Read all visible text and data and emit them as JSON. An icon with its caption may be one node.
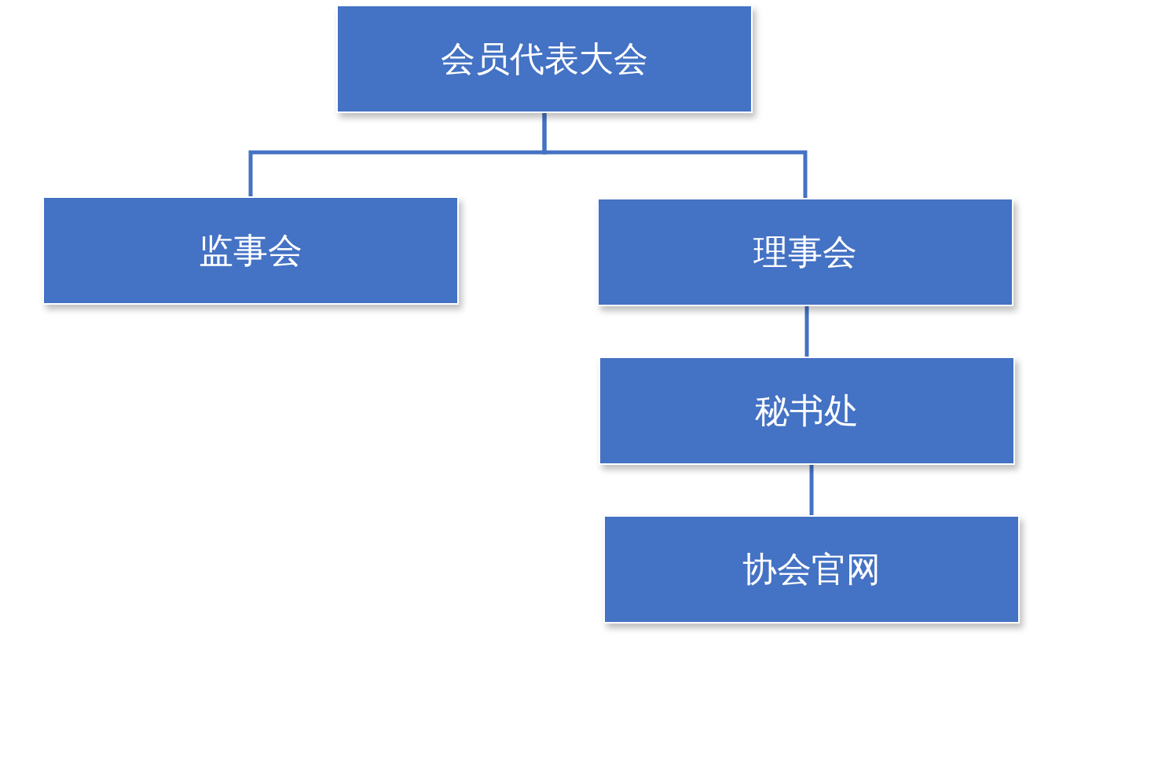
{
  "diagram": {
    "nodes": [
      {
        "text": [
          "会员代表大会"
        ]
      },
      {
        "text": [
          "监事会"
        ]
      },
      {
        "text": [
          "理事会"
        ]
      },
      {
        "text": [
          "秘书处"
        ]
      },
      {
        "text": [
          "协会官网"
        ]
      }
    ],
    "edges": [
      {
        "from": 0,
        "to": 1,
        "arrow": "none"
      },
      {
        "from": 0,
        "to": 2,
        "arrow": "none"
      },
      {
        "from": 2,
        "to": 3,
        "arrow": "none"
      },
      {
        "from": 3,
        "to": 4,
        "arrow": "none"
      }
    ]
  }
}
